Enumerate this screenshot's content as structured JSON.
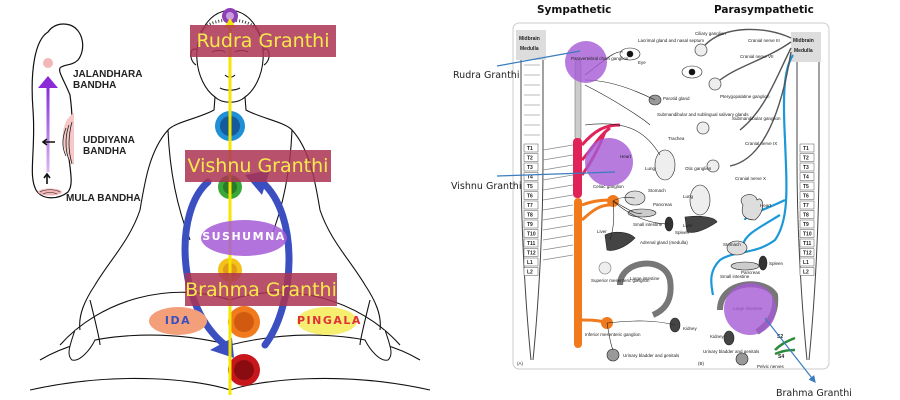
{
  "bandha_figure": {
    "labels": [
      {
        "id": "jalandhara",
        "line1": "JALANDHARA",
        "line2": "BANDHA"
      },
      {
        "id": "uddiyana",
        "line1": "UDDIYANA",
        "line2": "BANDHA"
      },
      {
        "id": "mula",
        "line1": "MULA BANDHA",
        "line2": ""
      }
    ],
    "colors": {
      "energy_arrow": "#8a2bd6",
      "lock_pink": "#f2b7b7"
    }
  },
  "yogi_figure": {
    "granthis": [
      {
        "id": "rudra",
        "label": "Rudra Granthi"
      },
      {
        "id": "vishnu",
        "label": "Vishnu Granthi"
      },
      {
        "id": "brahma",
        "label": "Brahma Granthi"
      }
    ],
    "nadis": {
      "sushumna": "SUSHUMNA",
      "ida": "IDA",
      "pingala": "PINGALA"
    },
    "colors": {
      "granthi_box": "#ac3452",
      "granthi_text": "#f7e94a",
      "central_channel": "#f5e600",
      "ida_pingala_arrows": "#3b4fc0",
      "sushumna_ellipse": "#a55ad6",
      "ida_ellipse": "#f3a07a",
      "pingala_ellipse": "#f5ee6e",
      "ida_text": "#3b4fc0",
      "pingala_text": "#e0303a"
    },
    "chakras": [
      {
        "name": "crown",
        "color": "#8e3fb5"
      },
      {
        "name": "throat",
        "color": "#1f8fd6"
      },
      {
        "name": "heart",
        "color": "#39a83a"
      },
      {
        "name": "solar-plexus",
        "color": "#f2c21a"
      },
      {
        "name": "sacral",
        "color": "#f07a1c"
      },
      {
        "name": "root",
        "color": "#c8161d"
      }
    ]
  },
  "nervous_system": {
    "sympathetic": {
      "title": "Sympathetic",
      "panel_letter": "(A)",
      "brain_labels": [
        "Midbrain",
        "Medulla"
      ],
      "vertebrae": [
        "T1",
        "T2",
        "T3",
        "T4",
        "T5",
        "T6",
        "T7",
        "T8",
        "T9",
        "T10",
        "T11",
        "T12",
        "L1",
        "L2"
      ],
      "organ_labels": [
        "Paravertebral chain ganglion",
        "Lacrimal gland and nasal septum",
        "Eye",
        "Parotid gland",
        "Submandibular and sublingual salivary glands",
        "Trachea",
        "Heart",
        "Lung",
        "Celiac ganglion",
        "Stomach",
        "Pancreas",
        "Small intestine",
        "Spleen",
        "Liver",
        "Adrenal gland (medulla)",
        "Superior mesenteric ganglion",
        "Large intestine",
        "Inferior mesenteric ganglion",
        "Kidney",
        "Urinary bladder and genitals"
      ]
    },
    "parasympathetic": {
      "title": "Parasympathetic",
      "panel_letter": "(B)",
      "brain_labels": [
        "Midbrain",
        "Medulla"
      ],
      "vertebrae": [
        "T1",
        "T2",
        "T3",
        "T4",
        "T5",
        "T6",
        "T7",
        "T8",
        "T9",
        "T10",
        "T11",
        "T12",
        "L1",
        "L2"
      ],
      "sacral_labels": [
        "S2",
        "S4"
      ],
      "organ_labels": [
        "Ciliary ganglion",
        "Cranial nerve III",
        "Cranial nerve VII",
        "Pterygopalatine ganglion",
        "Submandibular ganglion",
        "Cranial nerve IX",
        "Otic ganglion",
        "Cranial nerve X",
        "Lung",
        "Heart",
        "Liver",
        "Stomach",
        "Spleen",
        "Pancreas",
        "Small intestine",
        "Large intestine",
        "Kidney",
        "Urinary bladder and genitals",
        "Pelvic nerves"
      ]
    },
    "annotations": [
      {
        "id": "rudra",
        "label": "Rudra Granthi"
      },
      {
        "id": "vishnu",
        "label": "Vishnu Granthi"
      },
      {
        "id": "brahma",
        "label": "Brahma Granthi"
      }
    ],
    "colors": {
      "highlight_circle": "#a55ad6",
      "pointer_line": "#3a7cc0",
      "thoracic_chain": "#e0245a",
      "lumbar_chain": "#f07a1c",
      "vagus": "#1a98d8",
      "pelvic": "#2e8b3a"
    }
  }
}
